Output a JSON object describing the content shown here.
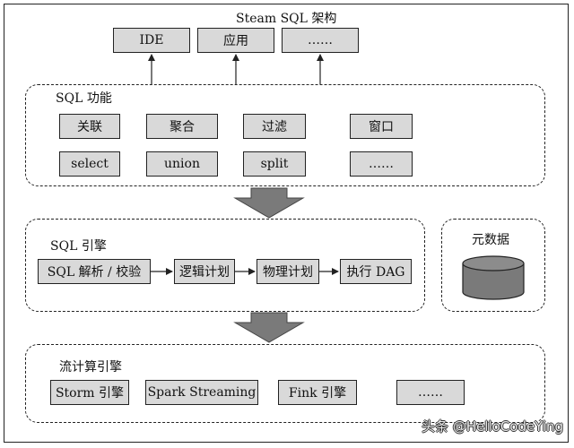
{
  "title": "Steam SQL 架构",
  "apps": [
    "IDE",
    "应用",
    "……"
  ],
  "sql_functions": {
    "title": "SQL 功能",
    "row1": [
      "关联",
      "聚合",
      "过滤",
      "窗口"
    ],
    "row2": [
      "select",
      "union",
      "split",
      "……"
    ]
  },
  "sql_engine": {
    "title": "SQL 引擎",
    "steps": [
      "SQL 解析 / 校验",
      "逻辑计划",
      "物理计划",
      "执行 DAG"
    ]
  },
  "metadata": {
    "title": "元数据",
    "icon": "database-icon"
  },
  "stream_engine": {
    "title": "流计算引擎",
    "items": [
      "Storm 引擎",
      "Spark Streaming",
      "Fink 引擎",
      "……"
    ]
  },
  "watermark": "头条 @HelloCodeYing",
  "colors": {
    "box_fill": "#d9d9d9",
    "block_arrow": "#7a7a7a",
    "line": "#222222"
  }
}
